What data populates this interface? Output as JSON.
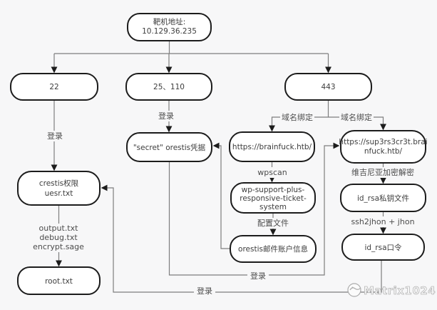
{
  "diagram": {
    "nodes": {
      "target": {
        "lines": [
          "靶机地址:",
          "10.129.36.235"
        ]
      },
      "port_22": {
        "label": "22"
      },
      "port_25_110": {
        "label": "25、110"
      },
      "port_443": {
        "label": "443"
      },
      "secret_creds": {
        "label": "\"secret\" orestis凭据"
      },
      "brainfuck_site": {
        "label": "https://brainfuck.htb/"
      },
      "supersecret_site": {
        "lines": [
          "https://sup3rs3cr3t.brai",
          "nfuck.htb/"
        ]
      },
      "crestis_user": {
        "lines": [
          "crestis权限",
          "uesr.txt"
        ]
      },
      "wp_plugin": {
        "lines": [
          "wp-support-plus-",
          "responsive-ticket-",
          "system"
        ]
      },
      "id_rsa_key": {
        "label": "id_rsa私钥文件"
      },
      "orestis_mail": {
        "label": "orestis邮件账户信息"
      },
      "id_rsa_pass": {
        "label": "id_rsa口令"
      },
      "root_flag": {
        "label": "root.txt"
      }
    },
    "edge_labels": {
      "login_ssh22": "登录",
      "login_mail": "登录",
      "domain_bind_left": "域名绑定",
      "domain_bind_right": "域名绑定",
      "wpscan": "wpscan",
      "config_file": "配置文件",
      "vigenere": "维吉尼亚加密解密",
      "ssh2john": "ssh2jhon + jhon",
      "files": [
        "output.txt",
        "debug.txt",
        "encrypt.sage"
      ],
      "login_forum": "登录",
      "login_key": "登录"
    },
    "watermark": {
      "text": "Matrix1024",
      "icon": "bird-logo-icon"
    },
    "colors": {
      "background": "#f7f7f8",
      "node_fill": "#ffffff",
      "node_border": "#1c1c1c",
      "edge_line": "#7e7e7e",
      "arrowhead": "#1c1c1c",
      "label_text": "#4c4c4c",
      "watermark": "#a0a0a0"
    }
  }
}
